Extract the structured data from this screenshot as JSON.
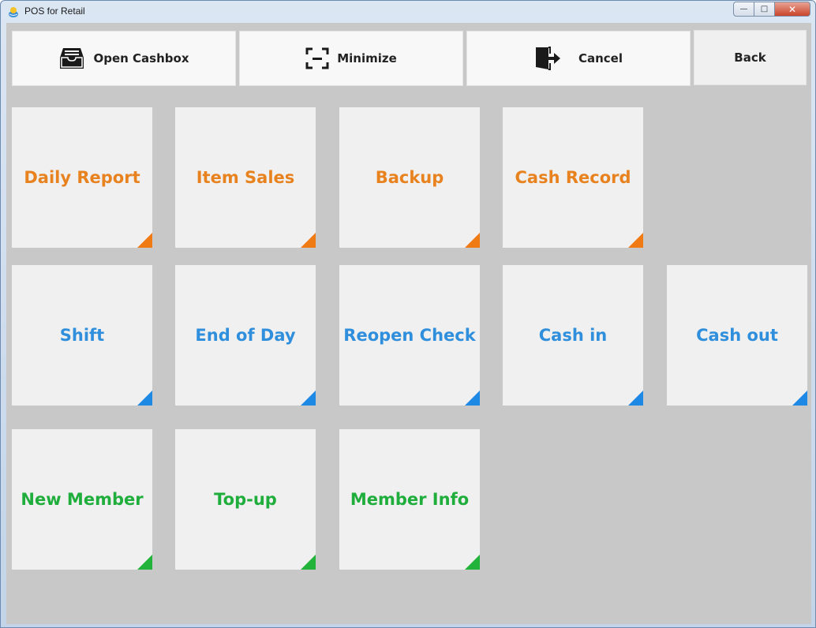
{
  "window": {
    "title": "POS for Retail",
    "icon": "app-icon",
    "controls": {
      "minimize": "—",
      "maximize": "□",
      "close": "✕"
    }
  },
  "toolbar": {
    "open_cashbox": {
      "label": "Open Cashbox",
      "icon": "cash-drawer-icon"
    },
    "minimize": {
      "label": "Minimize",
      "icon": "minimize-frame-icon"
    },
    "cancel": {
      "label": "Cancel",
      "icon": "exit-door-icon"
    },
    "back": {
      "label": "Back"
    }
  },
  "tiles": {
    "daily_report": "Daily Report",
    "item_sales": "Item Sales",
    "backup": "Backup",
    "cash_record": "Cash Record",
    "shift": "Shift",
    "end_of_day": "End of Day",
    "reopen_check": "Reopen Check",
    "cash_in": "Cash in",
    "cash_out": "Cash out",
    "new_member": "New Member",
    "top_up": "Top-up",
    "member_info": "Member Info"
  },
  "colors": {
    "orange": "#e8821e",
    "blue": "#2f8fdc",
    "green": "#1fae3c",
    "background": "#c8c8c8",
    "tile": "#f0f0f0"
  }
}
